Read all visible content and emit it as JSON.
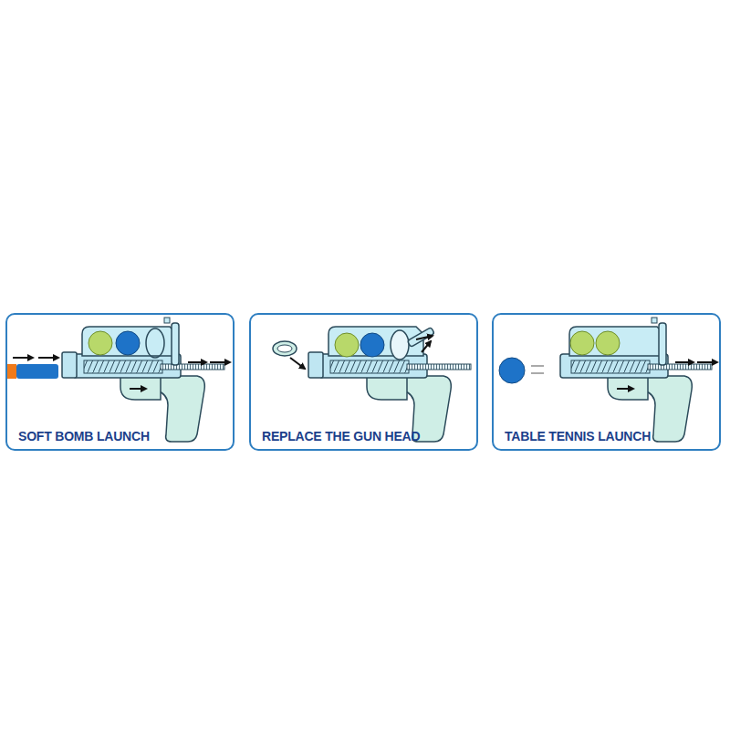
{
  "diagram": {
    "nodes": [
      {
        "text": [
          "SOFT BOMB LAUNCH"
        ]
      },
      {
        "text": [
          "REPLACE THE GUN HEAD"
        ]
      },
      {
        "text": [
          "TABLE TENNIS LAUNCH"
        ]
      }
    ]
  }
}
